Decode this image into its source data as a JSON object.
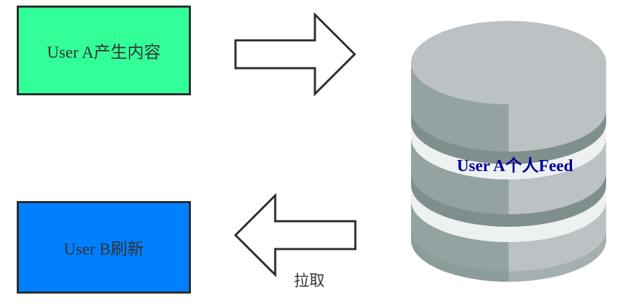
{
  "diagram": {
    "box_a": {
      "label": "User A产生内容",
      "fill": "#33ff99"
    },
    "box_b": {
      "label": "User B刷新",
      "fill": "#007fff"
    },
    "database": {
      "label": "User A个人Feed",
      "label_color": "#000099",
      "colors": {
        "top": "#bcc1c4",
        "body_light": "#bcc1c4",
        "body_dark": "#94a3a1",
        "shadow_band": "#7f8f8d",
        "highlight_band": "#eef1f1"
      }
    },
    "arrow_right": {
      "stroke": "#2b2b2b",
      "fill": "#ffffff"
    },
    "arrow_left": {
      "stroke": "#2b2b2b",
      "fill": "#ffffff",
      "caption": "拉取"
    },
    "text_color": "#333333"
  }
}
